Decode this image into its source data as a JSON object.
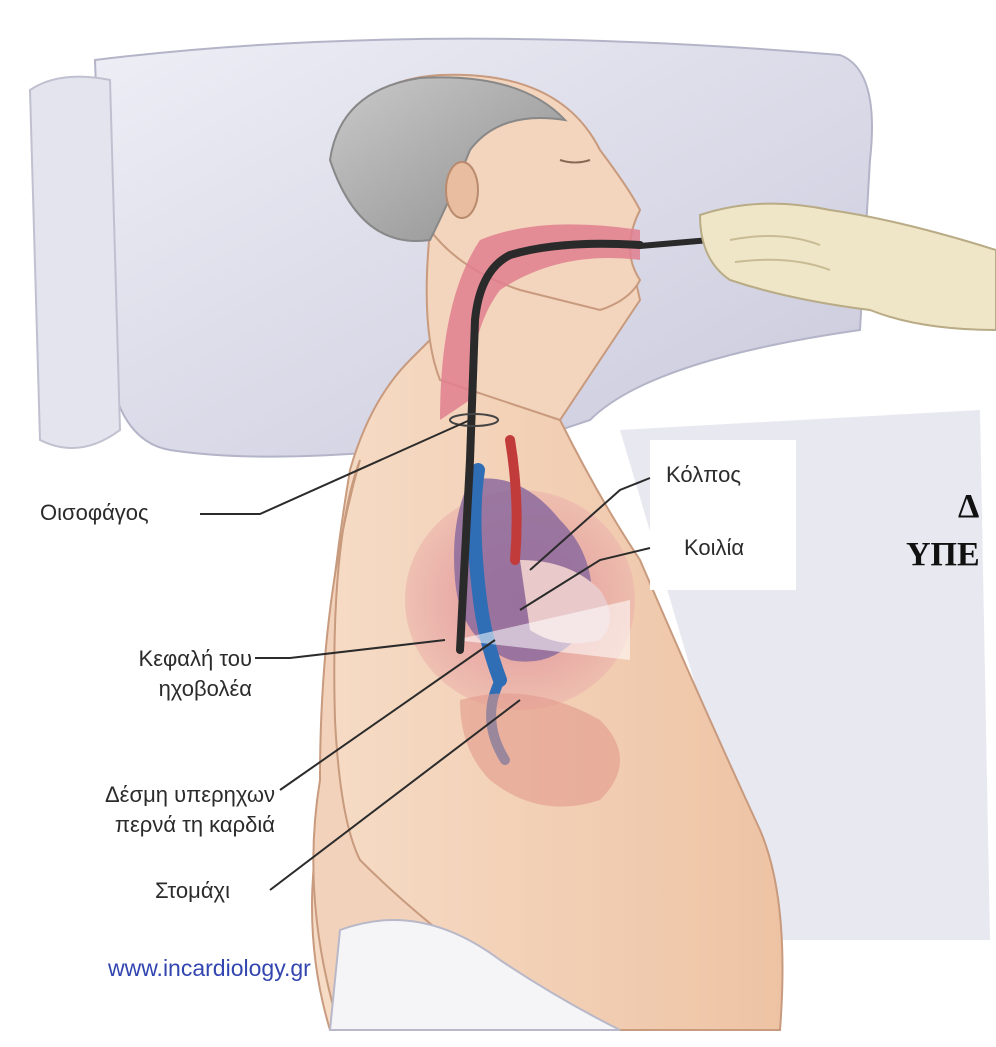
{
  "labels": {
    "esophagus": "Οισοφάγος",
    "atrium": "Κόλπος",
    "ventricle": "Κοιλία",
    "probe_head_line1": "Κεφαλή του",
    "probe_head_line2": "ηχοβολέα",
    "beam_line1": "Δέσμη υπερηχων",
    "beam_line2": "περνά τη καρδιά",
    "stomach": "Στομάχι"
  },
  "website": "www.incardiology.gr",
  "side_title": {
    "line1": "Δ",
    "line2": "ΥΠΕ"
  },
  "colors": {
    "label_text": "#2b2b2b",
    "website": "#3346b0",
    "skin": "#f4d5bd",
    "pillow": "#dcdcec",
    "probe": "#2a2a2a",
    "glove": "#efe6c8"
  }
}
